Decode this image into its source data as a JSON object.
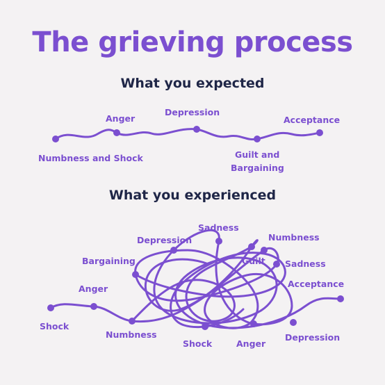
{
  "title": "The grieving process",
  "expected": {
    "heading": "What you expected",
    "labels": {
      "numbness_shock": "Numbness and Shock",
      "anger": "Anger",
      "depression": "Depression",
      "guilt_1": "Guilt and",
      "guilt_2": "Bargaining",
      "acceptance": "Acceptance"
    }
  },
  "experienced": {
    "heading": "What you experienced",
    "labels": {
      "shock_left": "Shock",
      "anger_left": "Anger",
      "bargaining": "Bargaining",
      "depression_top": "Depression",
      "sadness_top": "Sadness",
      "numbness_top": "Numbness",
      "guilt": "Guilt",
      "sadness_right": "Sadness",
      "acceptance": "Acceptance",
      "numbness_bottom": "Numbness",
      "shock_bottom": "Shock",
      "anger_bottom": "Anger",
      "depression_bottom": "Depression"
    }
  },
  "colors": {
    "accent": "#7b4fd0",
    "heading": "#1f2647",
    "background": "#f4f2f3"
  }
}
